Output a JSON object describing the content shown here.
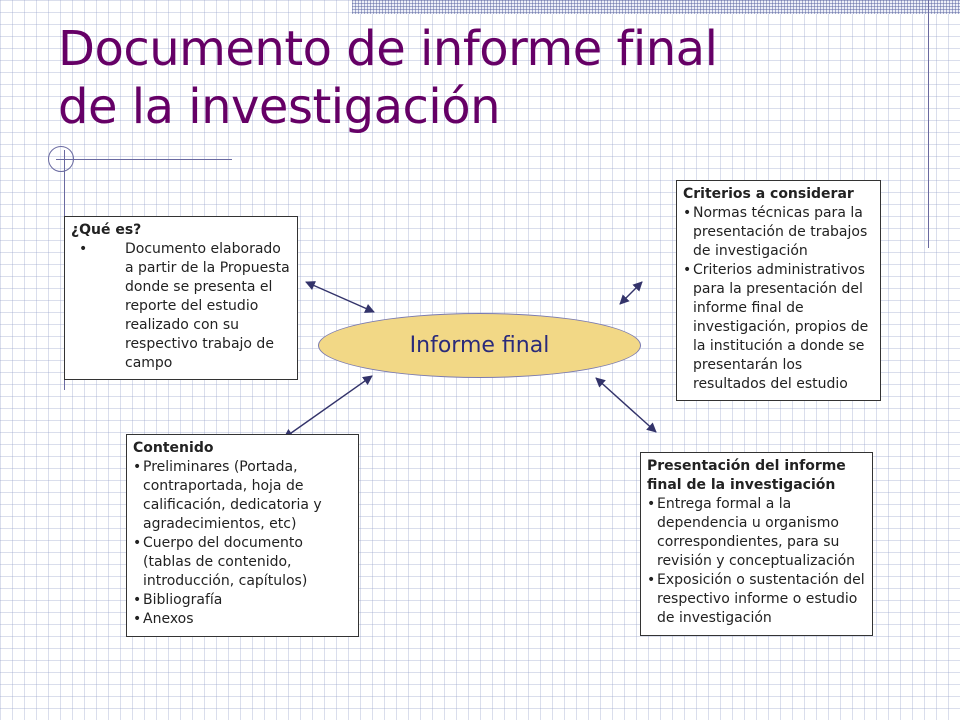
{
  "title": {
    "line1": "Documento de informe final",
    "line2": "de la investigación"
  },
  "center": {
    "label": "Informe final"
  },
  "que_es": {
    "heading": "¿Qué es?",
    "items": [
      "Documento elaborado a partir de la Propuesta  donde se presenta el reporte del estudio realizado con su respectivo trabajo de campo"
    ]
  },
  "criterios": {
    "heading": "Criterios a considerar",
    "items": [
      "Normas técnicas para la presentación de trabajos de investigación",
      "Criterios administrativos para la presentación del informe final de investigación, propios de la institución a donde se presentarán los resultados del estudio"
    ]
  },
  "contenido": {
    "heading": "Contenido",
    "items": [
      "Preliminares (Portada, contraportada, hoja de calificación, dedicatoria y agradecimientos, etc)",
      "Cuerpo del documento (tablas de contenido, introducción, capítulos)",
      "Bibliografía",
      "Anexos"
    ]
  },
  "presentacion": {
    "heading": "Presentación del informe final de la investigación",
    "items": [
      "Entrega formal a la dependencia u organismo correspondientes, para su revisión y conceptualización",
      "Exposición o sustentación del respectivo informe o estudio de investigación"
    ]
  },
  "colors": {
    "title": "#660066",
    "ellipse_fill": "#f2d886",
    "arrow": "#33336a"
  }
}
